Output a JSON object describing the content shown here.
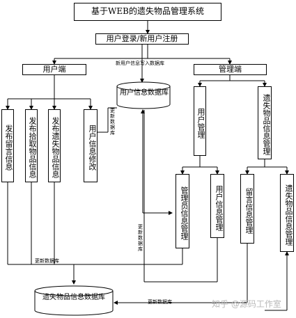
{
  "diagram": {
    "title": "基于WEB的遗失物品管理系统",
    "login": "用户登录/新用户注册",
    "user_side": "用户端",
    "admin_side": "管理端",
    "user_db": "用户信息数据库",
    "lost_db": "遗失物品信息数据库",
    "user_modules": [
      "发布留言信息",
      "发布拾取物品信息",
      "发布遗失物品信息",
      "用户信息修改"
    ],
    "admin_user_mgmt": "用户管理",
    "admin_lost_mgmt": "遗失物品信息管理",
    "admin_sub_user": [
      "管理员信息管理",
      "用户信息管理"
    ],
    "admin_sub_lost": [
      "留言信息管理",
      "遗失物品信息管理"
    ],
    "notes": {
      "new_user_write": "新用户信息写入数据库",
      "update_db_a": "更新数据库",
      "update_db_b": "更新数据库",
      "update_db_c": "更新数据库",
      "update_db_d": "更新数据库"
    }
  },
  "watermark": "知乎 @源码工作室"
}
